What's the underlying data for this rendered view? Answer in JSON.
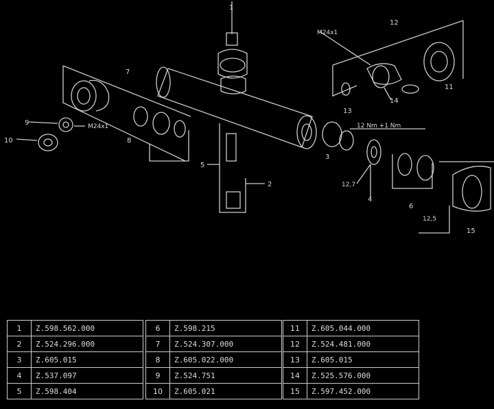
{
  "callouts": {
    "c1": "1",
    "c2": "2",
    "c3": "3",
    "c4": "4",
    "c5": "5",
    "c6": "6",
    "c7": "7",
    "c8": "8",
    "c9": "9",
    "c10": "10",
    "c11": "11",
    "c12": "12",
    "c13": "13",
    "c14": "14",
    "c15": "15",
    "torque_a": "M24x1",
    "torque_b": "12 Nm +1 Nm",
    "torque_c": "M24x1",
    "dim_a": "12,7",
    "dim_b": "12,5"
  },
  "parts": [
    [
      {
        "num": "1",
        "part": "Z.598.562.000"
      },
      {
        "num": "2",
        "part": "Z.524.296.000"
      },
      {
        "num": "3",
        "part": "Z.605.015"
      },
      {
        "num": "4",
        "part": "Z.537.097"
      },
      {
        "num": "5",
        "part": "Z.598.404"
      }
    ],
    [
      {
        "num": "6",
        "part": "Z.598.215"
      },
      {
        "num": "7",
        "part": "Z.524.307.000"
      },
      {
        "num": "8",
        "part": "Z.605.022.000"
      },
      {
        "num": "9",
        "part": "Z.524.751"
      },
      {
        "num": "10",
        "part": "Z.605.021"
      }
    ],
    [
      {
        "num": "11",
        "part": "Z.605.044.000"
      },
      {
        "num": "12",
        "part": "Z.524.481.000"
      },
      {
        "num": "13",
        "part": "Z.605.015"
      },
      {
        "num": "14",
        "part": "Z.525.576.000"
      },
      {
        "num": "15",
        "part": "Z.597.452.000"
      }
    ]
  ]
}
